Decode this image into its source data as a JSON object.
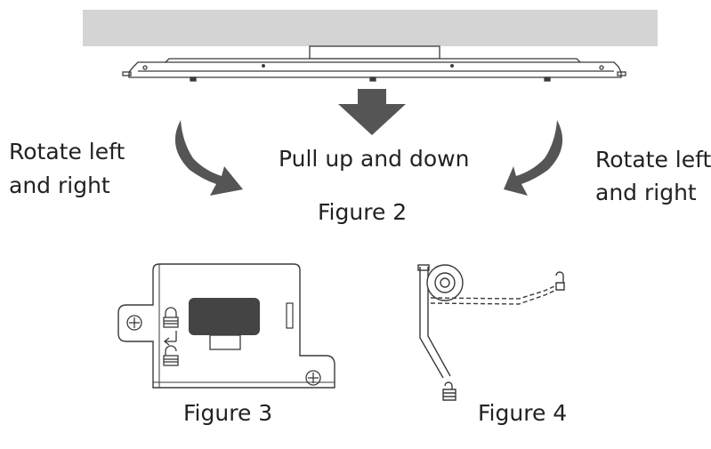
{
  "labels": {
    "rotate_left_l1": "Rotate left",
    "rotate_left_l2": "and right",
    "pull": "Pull up and down",
    "rotate_right_l1": "Rotate left",
    "rotate_right_l2": "and right",
    "figure2": "Figure 2",
    "figure3": "Figure 3",
    "figure4": "Figure 4"
  },
  "colors": {
    "ceiling": "#d4d4d4",
    "arrow": "#555555",
    "line": "#3a3a3a",
    "slot": "#444444"
  }
}
